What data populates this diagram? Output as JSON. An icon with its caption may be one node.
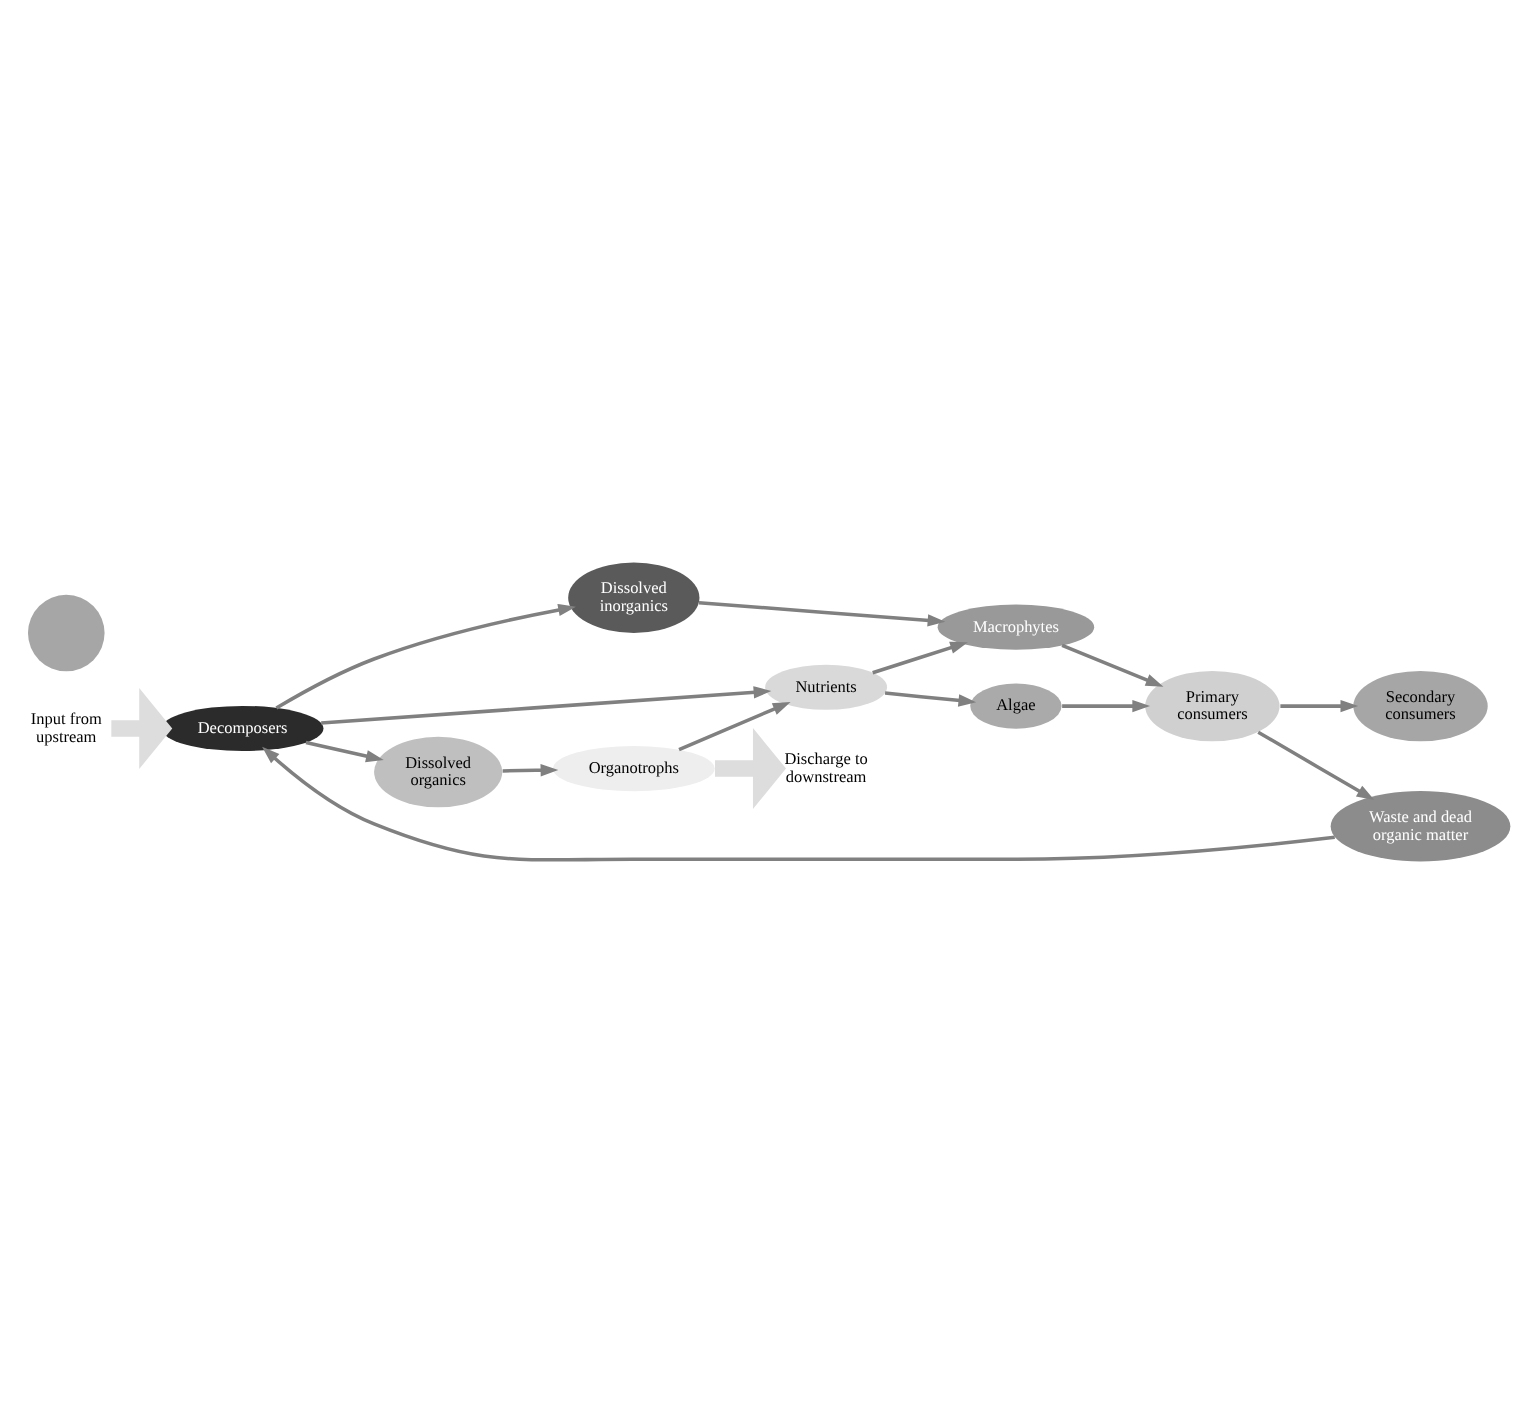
{
  "diagram": {
    "nodes": [
      {
        "text": [
          "Input from upstream"
        ]
      },
      {
        "text": [],
        "shape": "circle"
      },
      {
        "text": [
          "Dissolved inorganics"
        ]
      },
      {
        "text": [
          "Macrophytes"
        ]
      },
      {
        "text": [
          "Decomposers"
        ]
      },
      {
        "text": [
          "Nutrients"
        ]
      },
      {
        "text": [
          "Algae"
        ]
      },
      {
        "text": [
          "Dissolved organics"
        ]
      },
      {
        "text": [
          "Organotrophs"
        ]
      },
      {
        "text": [
          "Waste and dead organic matter"
        ]
      },
      {
        "text": [
          "Secondary consumers"
        ]
      },
      {
        "text": [
          "Primary consumers"
        ]
      },
      {
        "text": [
          "Discharge to downstream"
        ]
      }
    ],
    "edges": [
      {
        "from": 0,
        "to": 4,
        "arrow": "to",
        "style": "thick",
        "color": "#dddddd"
      },
      {
        "from": 4,
        "to": 2,
        "arrow": "to"
      },
      {
        "from": 2,
        "to": 3,
        "arrow": "to"
      },
      {
        "from": 4,
        "to": 5,
        "arrow": "to"
      },
      {
        "from": 4,
        "to": 7,
        "arrow": "to"
      },
      {
        "from": 7,
        "to": 8,
        "arrow": "to"
      },
      {
        "from": 8,
        "to": 5,
        "arrow": "to"
      },
      {
        "from": 5,
        "to": 3,
        "arrow": "to"
      },
      {
        "from": 5,
        "to": 6,
        "arrow": "to"
      },
      {
        "from": 3,
        "to": 11,
        "arrow": "to"
      },
      {
        "from": 6,
        "to": 11,
        "arrow": "to"
      },
      {
        "from": 11,
        "to": 10,
        "arrow": "to"
      },
      {
        "from": 11,
        "to": 9,
        "arrow": "to"
      },
      {
        "from": 9,
        "to": 4,
        "arrow": "to"
      },
      {
        "from": 8,
        "to": 12,
        "arrow": "to",
        "style": "thick",
        "color": "#dddddd"
      }
    ]
  }
}
